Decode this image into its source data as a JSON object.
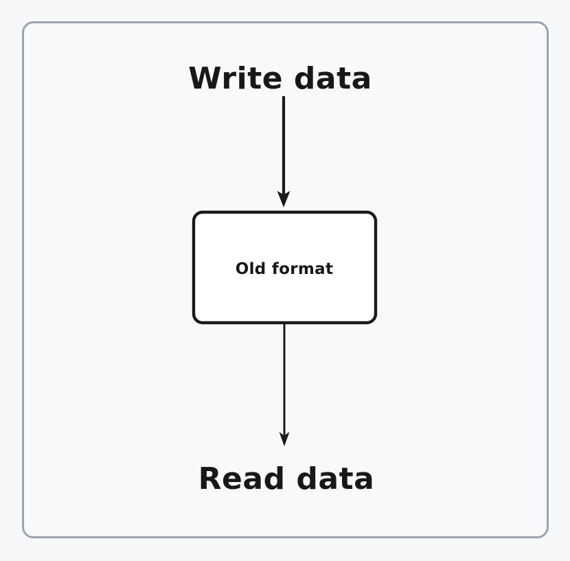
{
  "diagram": {
    "type": "flowchart",
    "orientation": "top-to-bottom",
    "frame": {
      "name": "diagram-frame",
      "border_color": "#99a2ae",
      "background_color": "#f8f9fb"
    },
    "canvas_background": "#f7f8fa",
    "stroke_color": "#1a1a1a",
    "labels": {
      "top": "Write data",
      "bottom": "Read data"
    },
    "nodes": [
      {
        "id": "old-format",
        "label": "Old format",
        "shape": "rounded-rectangle",
        "fill": "#ffffff",
        "border_color": "#1a1a1a"
      }
    ],
    "edges": [
      {
        "id": "write-to-node",
        "from": "Write data",
        "to": "Old format",
        "direction": "down",
        "arrowhead": "solid-triangle"
      },
      {
        "id": "node-to-read",
        "from": "Old format",
        "to": "Read data",
        "direction": "down",
        "arrowhead": "solid-triangle"
      }
    ]
  }
}
